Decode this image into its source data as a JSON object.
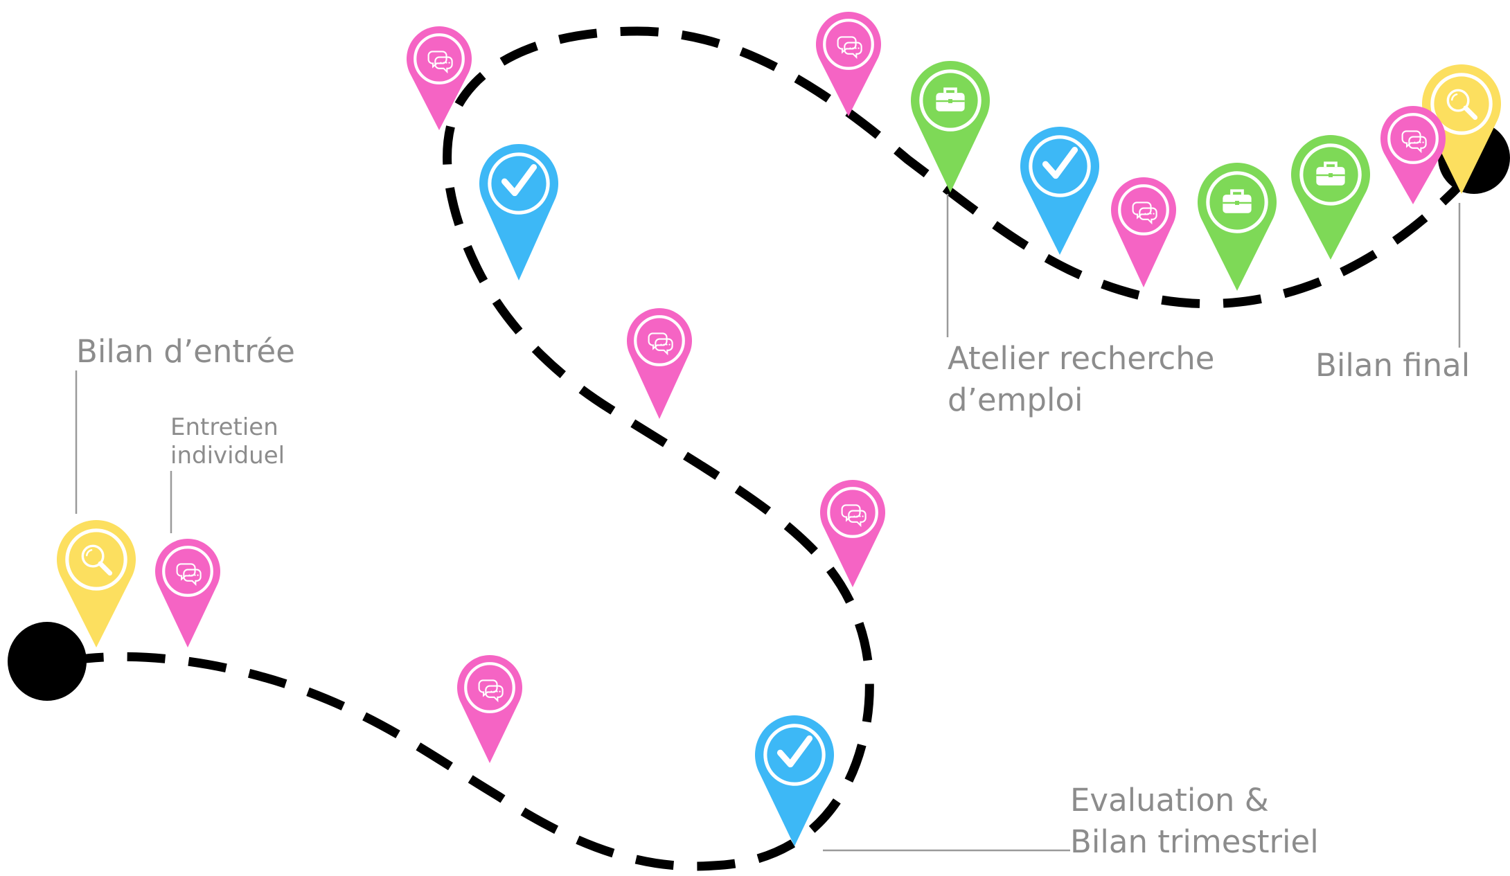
{
  "labels": {
    "bilan_entree": "Bilan d’entrée",
    "entretien_line1": "Entretien",
    "entretien_line2": "individuel",
    "atelier_line1": "Atelier recherche",
    "atelier_line2": "d’emploi",
    "bilan_final": "Bilan final",
    "evaluation_line1": "Evaluation &",
    "evaluation_line2": "Bilan trimestriel"
  },
  "colors": {
    "pink": "#f564c4",
    "yellow": "#fcdf5f",
    "blue": "#3db8f6",
    "green": "#7ed957",
    "path": "#000000",
    "label": "#8c8c8c"
  },
  "legend": {
    "bilan": {
      "color": "yellow",
      "icon": "magnifier-icon"
    },
    "entretien": {
      "color": "pink",
      "icon": "speech-bubbles-icon"
    },
    "evaluation": {
      "color": "blue",
      "icon": "checkmark-icon"
    },
    "atelier": {
      "color": "green",
      "icon": "briefcase-icon"
    }
  }
}
